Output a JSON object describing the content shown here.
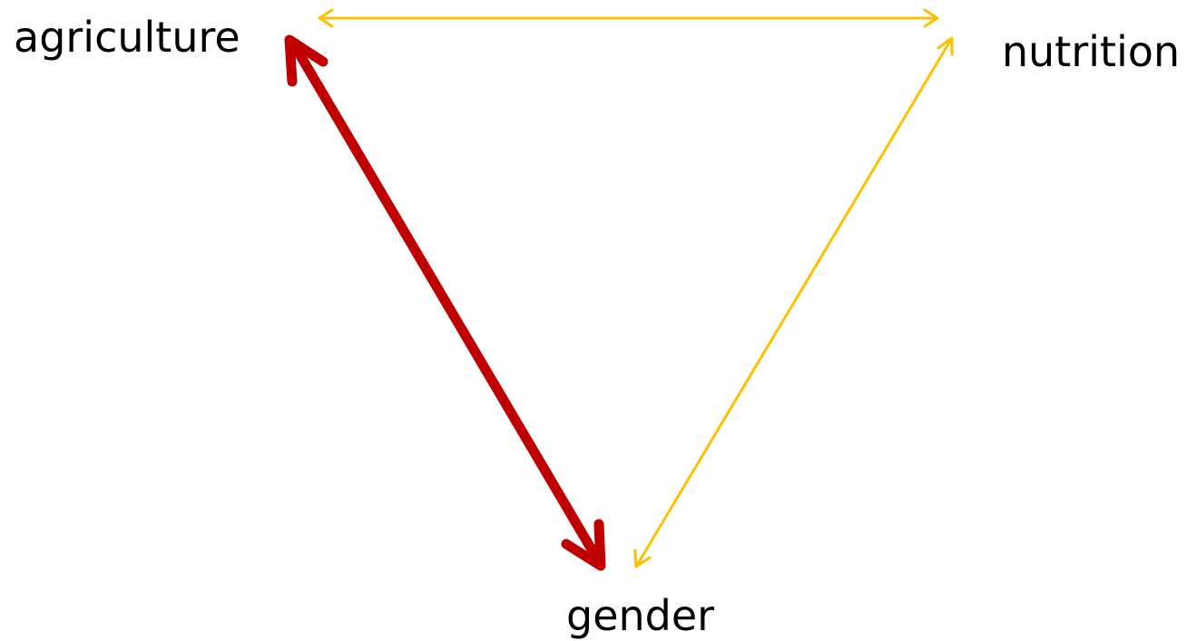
{
  "nodes": {
    "agriculture": "agriculture",
    "nutrition": "nutrition",
    "gender": "gender"
  },
  "edges": [
    {
      "from": "agriculture",
      "to": "nutrition",
      "color": "#FFC000",
      "emphasis": "normal",
      "direction": "both"
    },
    {
      "from": "nutrition",
      "to": "gender",
      "color": "#FFC000",
      "emphasis": "normal",
      "direction": "both"
    },
    {
      "from": "agriculture",
      "to": "gender",
      "color": "#C00000",
      "emphasis": "strong",
      "direction": "both"
    }
  ],
  "colors": {
    "background": "#FFFFFF",
    "text": "#000000",
    "strong_link": "#C00000",
    "weak_link": "#FFC000"
  }
}
